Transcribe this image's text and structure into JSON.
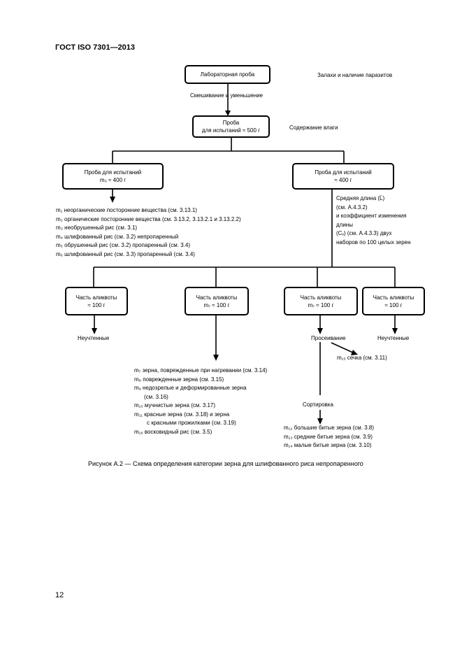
{
  "header": {
    "title": "ГОСТ ISO 7301—2013"
  },
  "top": {
    "lab_sample": "Лабораторная проба",
    "pests_note": "Залахи и наличие паразитов",
    "mixing": "Смешивание и уменьшение",
    "test_sample_line1": "Проба",
    "test_sample_line2": "для испытаний ≈ 500 г",
    "moisture_note": "Содержание влаги"
  },
  "left_branch": {
    "box_line1": "Проба для испытаний",
    "box_line2": "m₀ ≈ 400 г",
    "items": [
      "m₁ неорганические посторонние вещества (см. 3.13.1)",
      "m₂ органические посторонние вещества (см. 3.13.2, 3.13.2.1 и 3.13.2.2)",
      "m₃ необрушенный рис (см. 3.1)",
      "m₄ шлифованный рис (см. 3.2) непропаренный",
      "m₅ обрушенный рис (см. 3.2) пропаренный (см. 3.4)",
      "m₆ шлифованный рис (см. 3.3) пропаренный (см. 3.4)"
    ]
  },
  "right_branch": {
    "box_line1": "Проба для испытаний",
    "box_line2": "≈ 400 г",
    "note": [
      "Средняя длина (L̄)",
      "(см. А.4.3.2)",
      "и коэффициент изменения",
      "длины",
      "(Cᵥ) (см. А.4.3.3) двух",
      "наборов по 100 целых зерен"
    ]
  },
  "aliquots": [
    {
      "line1": "Часть аликвоты",
      "line2": "≈ 100 г",
      "result": "Неучтенные"
    },
    {
      "line1": "Часть аликвоты",
      "line2": "m₇ ≈ 100 г"
    },
    {
      "line1": "Часть аликвоты",
      "line2": "m₇ ≈ 100 г"
    },
    {
      "line1": "Часть аликвоты",
      "line2": "≈ 100 г",
      "result": "Неучтенные"
    }
  ],
  "middle_list": [
    "m₇ зерна, поврежденные при нагревании (см. 3.14)",
    "m₈ поврежденные зерна (см. 3.15)",
    "m₉ недозрелые и деформированные зерна",
    "(см. 3.16)",
    "m₁₀ мучнистые зерна (см. 3.17)",
    "m₁₁ красные зерна (см. 3.18) и зерна",
    "с красными прожилками (см. 3.19)",
    "m₁₆ восковидный рис (см. 3.5)"
  ],
  "sieving": {
    "label": "Просеивание",
    "chips": "m₁₅ сечка (см. 3.11)",
    "sorting": "Сортировка",
    "items": [
      "m₁₂ большие битые зерна (см. 3.8)",
      "m₁₃ средние битые зерна (см. 3.9)",
      "m₁₄ малые битые зерна (см. 3.10)"
    ]
  },
  "caption": "Рисунок А.2 — Схема определения категории зерна для шлифованного риса непропаренного",
  "page_number": "12"
}
